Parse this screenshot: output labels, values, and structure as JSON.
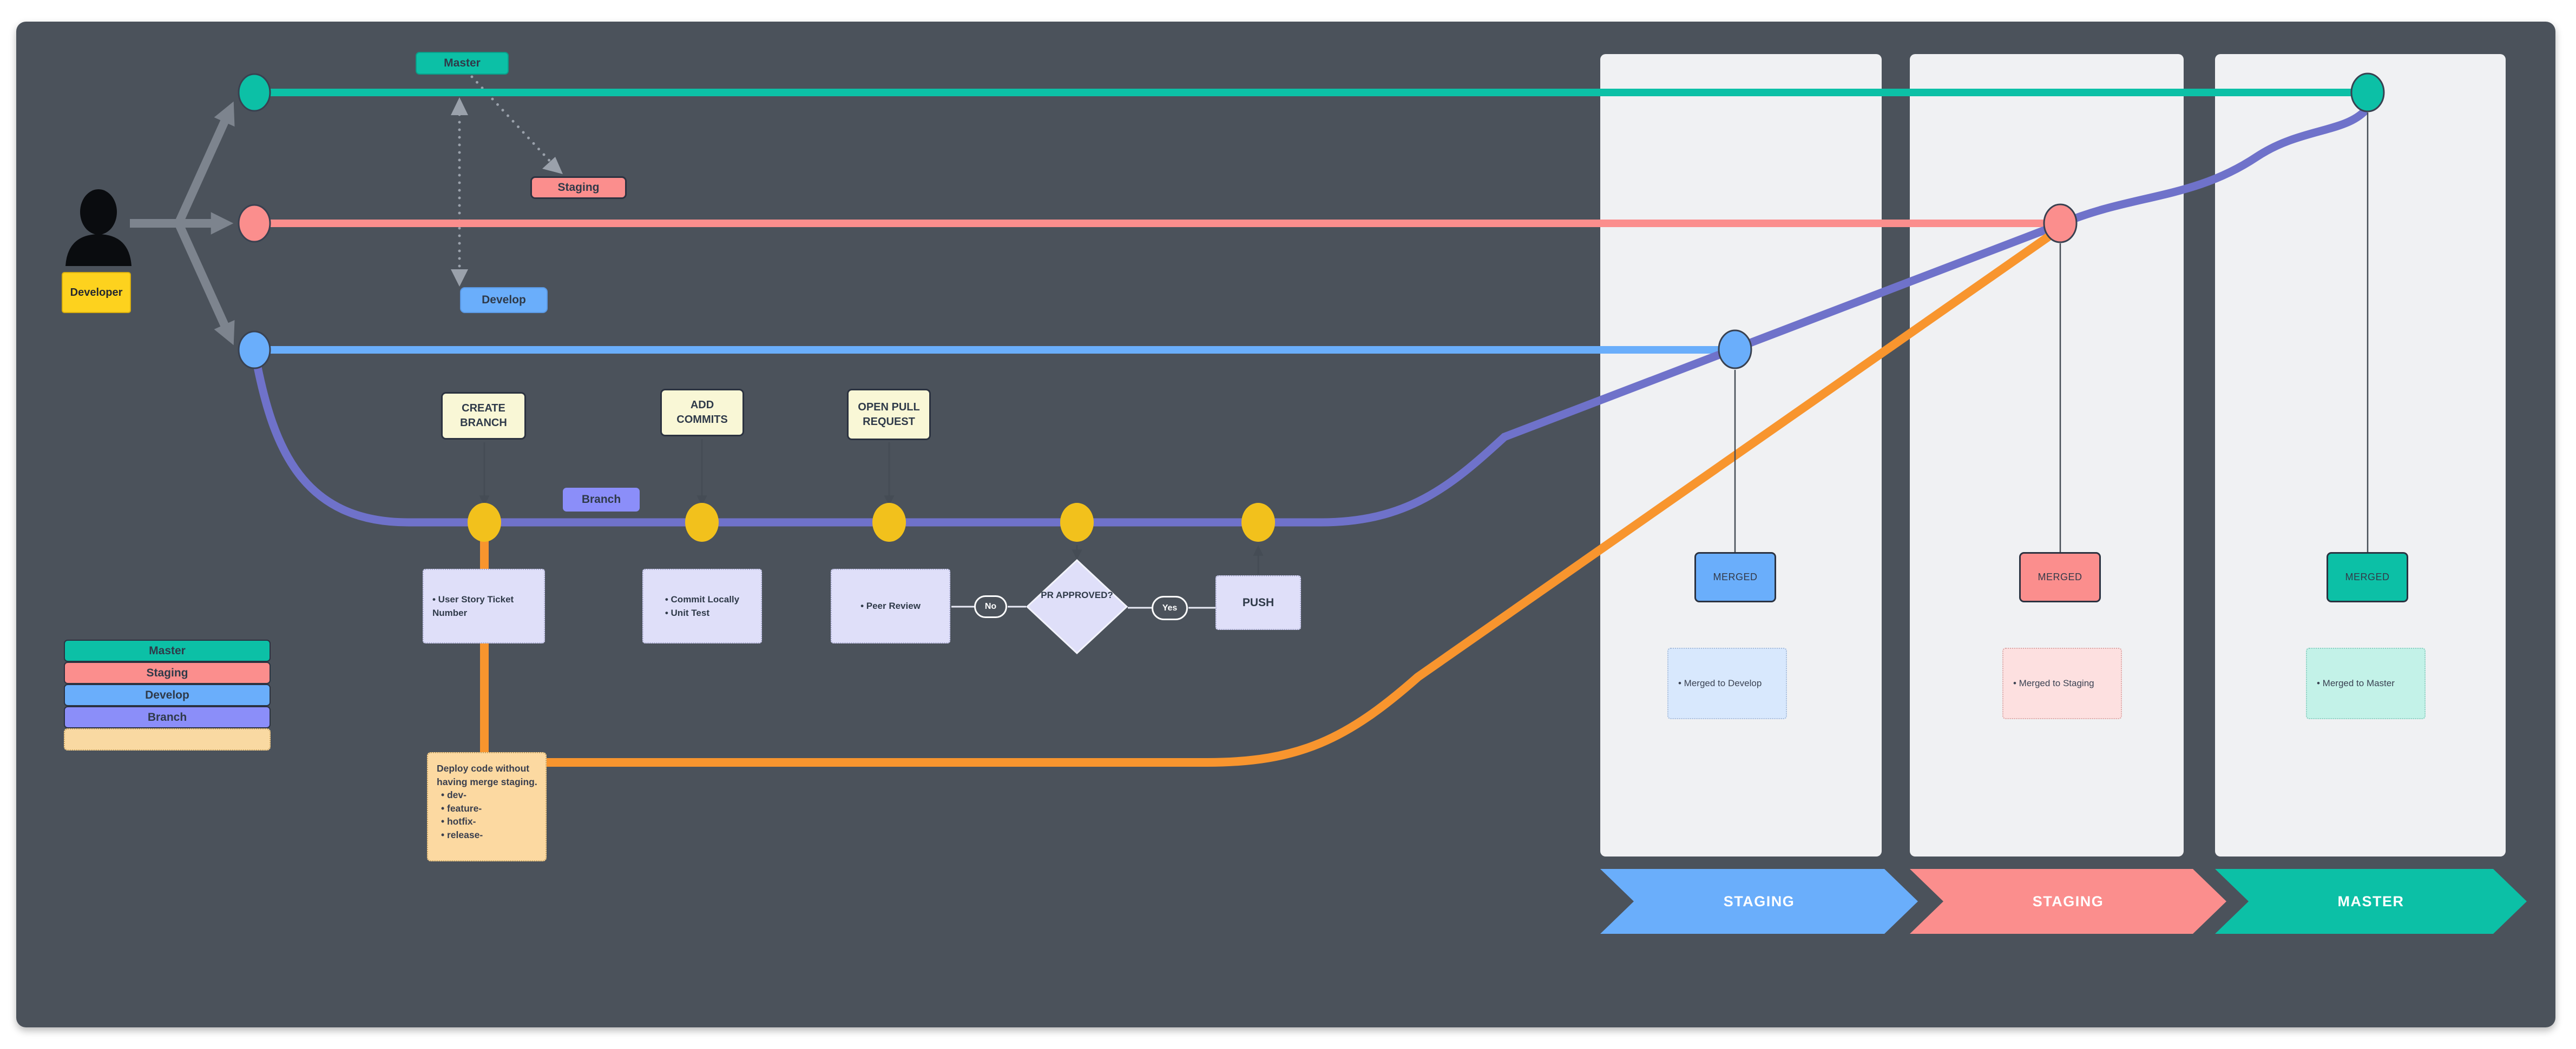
{
  "actor": {
    "label": "Developer"
  },
  "branch_labels": {
    "master": "Master",
    "staging": "Staging",
    "develop": "Develop",
    "branch": "Branch"
  },
  "steps": {
    "create_branch": "CREATE BRANCH",
    "add_commits": "ADD COMMITS",
    "open_pull_request": "OPEN PULL REQUEST",
    "push": "PUSH"
  },
  "decision": {
    "question": "PR APPROVED?",
    "no": "No",
    "yes": "Yes"
  },
  "notes": {
    "user_story": "• User Story Ticket Number",
    "commit": [
      "• Commit Locally",
      "• Unit Test"
    ],
    "peer_review": "• Peer Review",
    "deploy": {
      "title": "Deploy code without having merge staging.",
      "bullets": [
        "• dev-",
        "• feature-",
        "• hotfix-",
        "• release-"
      ]
    }
  },
  "legend": {
    "items": [
      "Master",
      "Staging",
      "Develop",
      "Branch",
      ""
    ]
  },
  "merge_lanes": [
    {
      "badge": "MERGED",
      "note": "• Merged to Develop",
      "chevron": "STAGING"
    },
    {
      "badge": "MERGED",
      "note": "• Merged to Staging",
      "chevron": "STAGING"
    },
    {
      "badge": "MERGED",
      "note": "• Merged to Master",
      "chevron": "MASTER"
    }
  ],
  "colors": {
    "canvas": "#4b525b",
    "panel": "#f0f1f3",
    "teal": "#0cc0a6",
    "pink": "#fb8e8d",
    "blue": "#6aaefb",
    "purple": "#6f72ca",
    "branch_chip": "#8b8ef9",
    "yellow": "#f2c11c",
    "orange": "#f8952e",
    "cream": "#f9f7d6",
    "lavender": "#dfdff9",
    "tan": "#fcd9a1",
    "gold": "#fdd21e",
    "ink": "#2f3a49"
  }
}
